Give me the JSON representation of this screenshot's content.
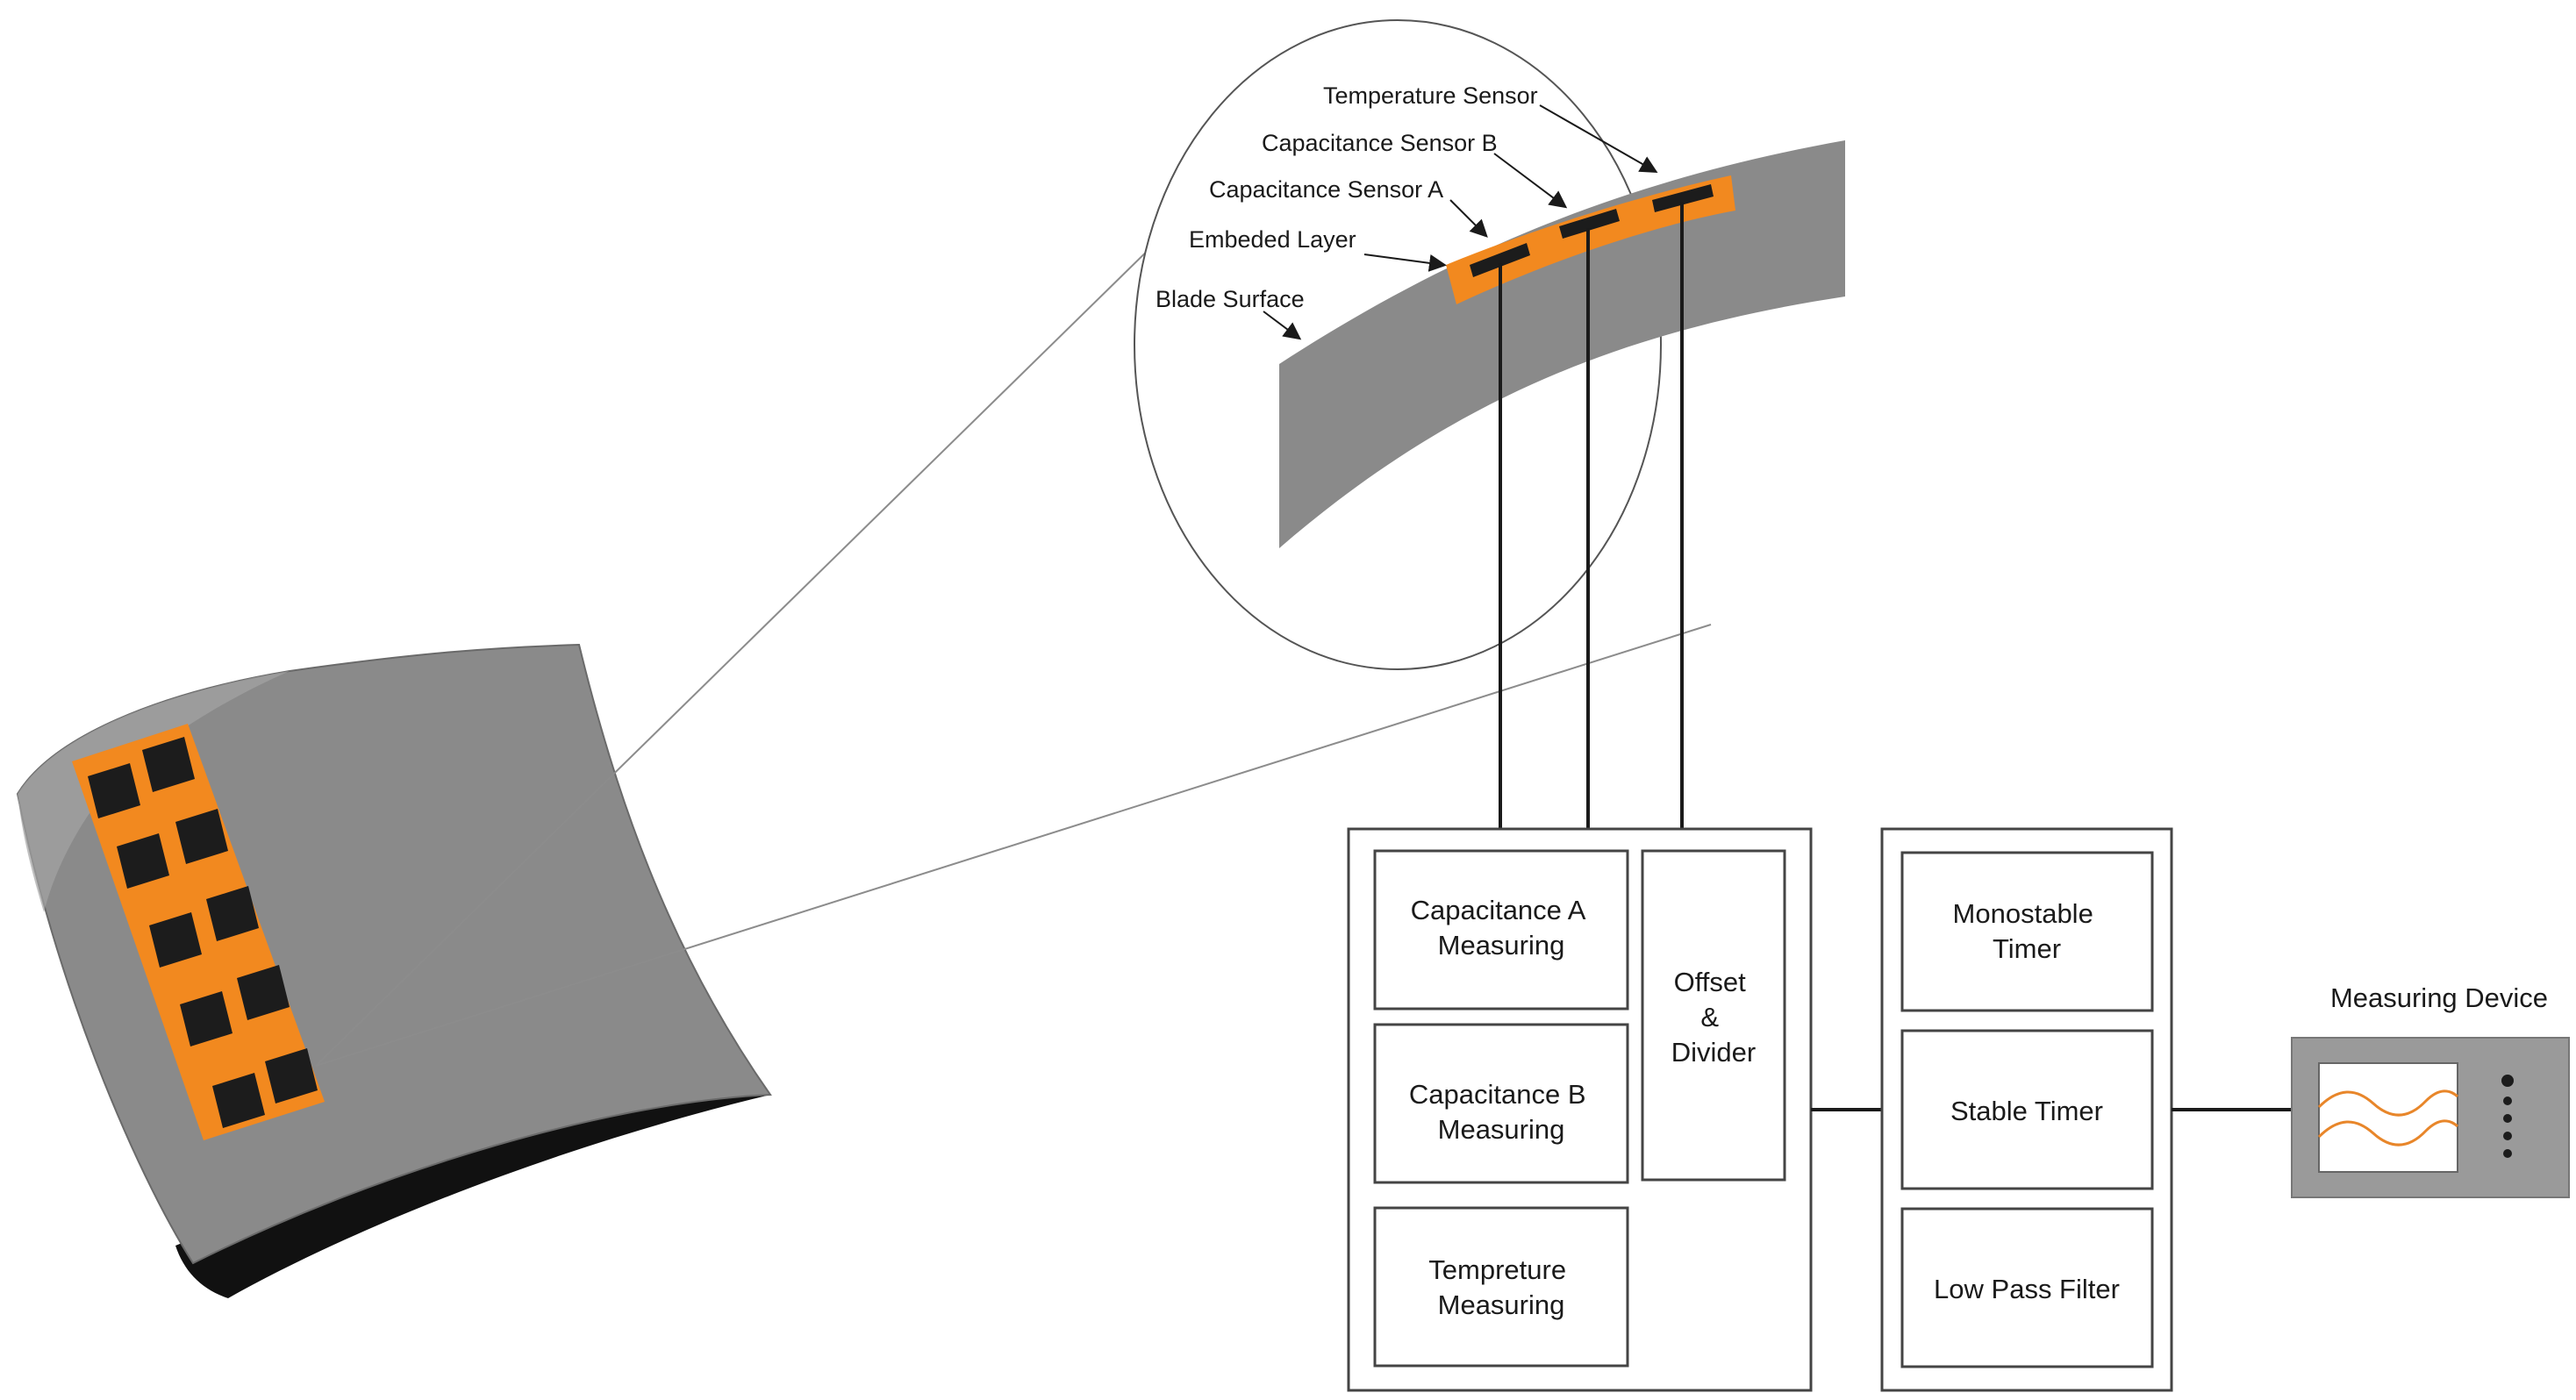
{
  "callout_labels": {
    "temperature_sensor": "Temperature Sensor",
    "capacitance_sensor_b": "Capacitance Sensor B",
    "capacitance_sensor_a": "Capacitance Sensor A",
    "embeded_layer": "Embeded Layer",
    "blade_surface": "Blade Surface"
  },
  "module1": {
    "cap_a": [
      "Capacitance A",
      "Measuring"
    ],
    "cap_b": [
      "Capacitance B",
      "Measuring"
    ],
    "temp": [
      "Tempreture",
      "Measuring"
    ],
    "offset": [
      "Offset",
      "&",
      "Divider"
    ]
  },
  "module2": {
    "mono": [
      "Monostable",
      "Timer"
    ],
    "stable": [
      "Stable Timer"
    ],
    "lpf": [
      "Low Pass Filter"
    ]
  },
  "device": {
    "label": "Measuring Device"
  },
  "colors": {
    "blade_gray": "#8a8a8a",
    "blade_shadow": "#111111",
    "sensor_orange": "#f2891f",
    "sensor_dark": "#1c1c1c",
    "line": "#1a1a1a",
    "box_border": "#444444",
    "device_gray": "#9a9a9a",
    "signal_orange": "#e8862a"
  }
}
